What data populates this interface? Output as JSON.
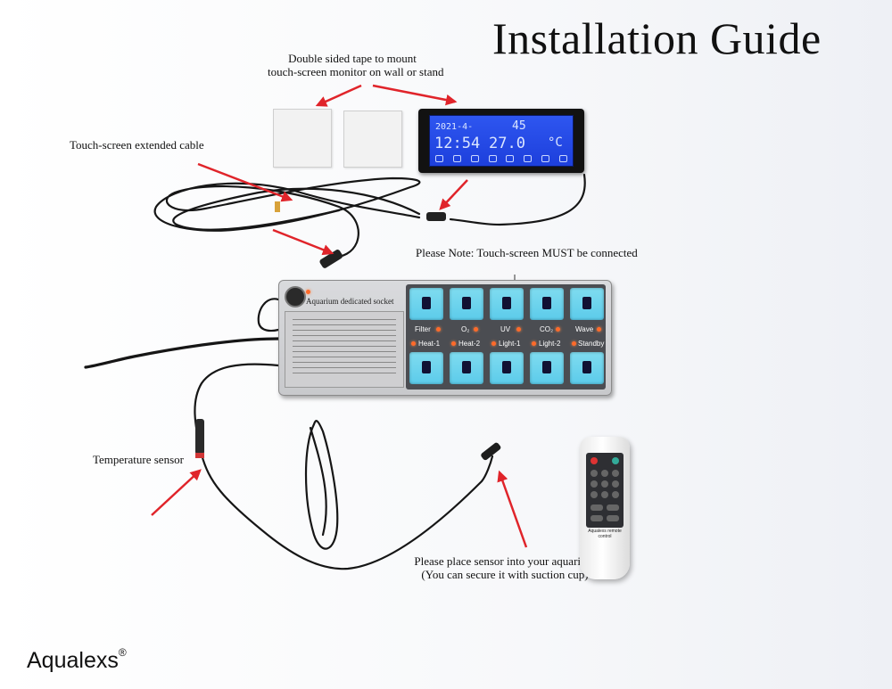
{
  "title": "Installation Guide",
  "labels": {
    "tape_line1": "Double sided tape to mount",
    "tape_line2": "touch-screen monitor on wall or stand",
    "cable": "Touch-screen extended cable",
    "note": "Please Note: Touch-screen MUST be connected",
    "temperature": "Temperature sensor",
    "sensor_line1": "Please place sensor into your aquarium",
    "sensor_line2": "(You can secure it with suction cup)"
  },
  "brand": {
    "name": "Aqualexs",
    "mark": "®"
  },
  "monitor": {
    "date": "2021-4-",
    "humidity": "45",
    "time": "12:54",
    "temperature": "27.0",
    "unit": "°C"
  },
  "socket": {
    "label": "Aquarium dedicated socket",
    "top_row": [
      "Filter",
      "O₂",
      "UV",
      "CO₂",
      "Wave"
    ],
    "bottom_row": [
      "Heat-1",
      "Heat-2",
      "Light-1",
      "Light-2",
      "Standby"
    ]
  },
  "remote": {
    "text": "Aqualexs remote control"
  },
  "colors": {
    "arrow": "#e0242a",
    "outlet": "#62cfeb",
    "screen": "#2a4fe8"
  }
}
